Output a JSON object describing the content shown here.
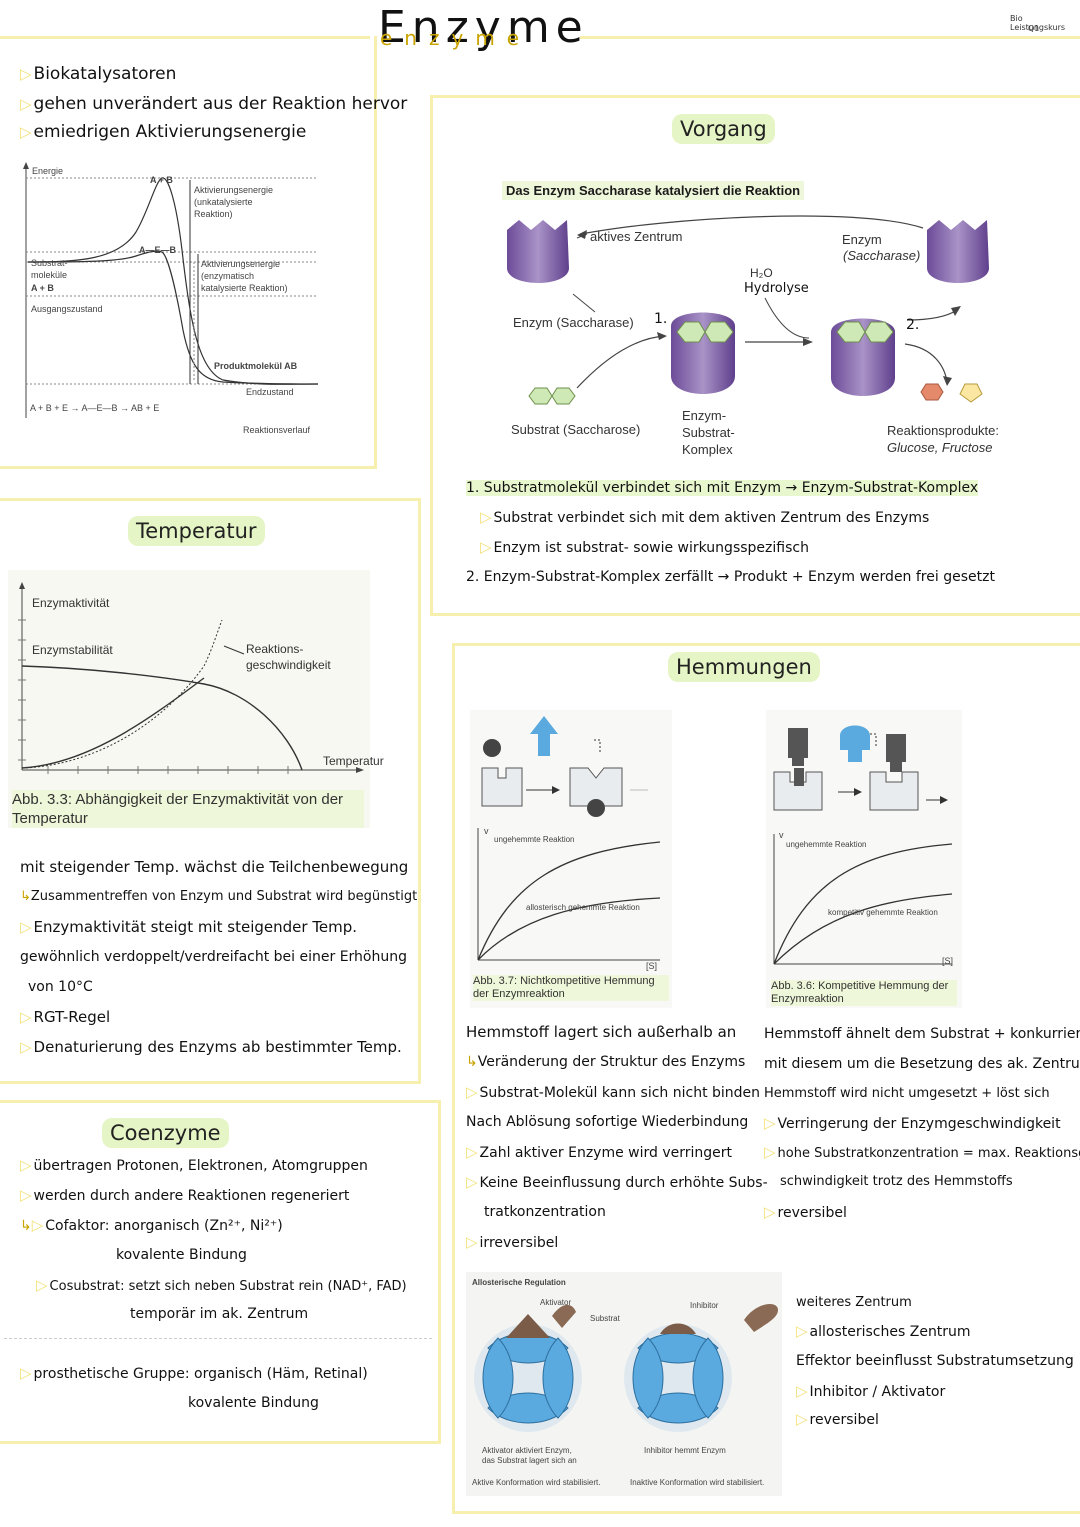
{
  "header": {
    "title": "Enzyme",
    "subtitle_letters": "enzyme",
    "corner_note_1": "Bio Leistungskurs",
    "corner_note_2": "Q1"
  },
  "intro": {
    "items": [
      "Biokatalysatoren",
      "gehen unverändert aus der Reaktion hervor",
      "emiedrigen Aktivierungsenergie"
    ]
  },
  "energy_chart": {
    "ylabel": "Energie",
    "xlabel": "Reaktionsverlauf",
    "peak_uncat": "A + B",
    "peak_cat": "A—E—B",
    "activation_uncat": "Aktivierungsenergie (unkatalysierte Reaktion)",
    "activation_cat": "Aktivierungsenergie (enzymatisch katalysierte Reaktion)",
    "substrate_label": "Substrat-moleküle",
    "substrate_ab": "A + B",
    "start_label": "Ausgangszustand",
    "product_label": "Produktmolekül AB",
    "end_label": "Endzustand",
    "equation": "A + B + E → A—E—B → AB + E"
  },
  "vorgang": {
    "title": "Vorgang",
    "caption": "Das Enzym Saccharase katalysiert die Reaktion",
    "active_center": "aktives Zentrum",
    "enzyme_right": "Enzym",
    "enzyme_right_name": "(Saccharase)",
    "enzyme_left": "Enzym (Saccharase)",
    "water": "H₂O",
    "hydrolysis": "Hydrolyse",
    "step1": "1.",
    "step2": "2.",
    "substrate": "Substrat (Saccharose)",
    "complex_1": "Enzym-",
    "complex_2": "Substrat-",
    "complex_3": "Komplex",
    "products_1": "Reaktionsprodukte:",
    "products_2": "Glucose, Fructose",
    "notes": [
      "1. Substratmolekül verbindet sich mit Enzym → Enzym-Substrat-Komplex",
      "Substrat verbindet sich mit dem aktiven Zentrum des Enzyms",
      "Enzym ist substrat- sowie wirkungsspezifisch",
      "2. Enzym-Substrat-Komplex zerfällt → Produkt + Enzym werden frei gesetzt"
    ]
  },
  "temperatur": {
    "title": "Temperatur",
    "y1": "Enzymaktivität",
    "y2": "Enzymstabilität",
    "curve_label": "Reaktions-geschwindigkeit",
    "xlabel": "Temperatur",
    "caption": "Abb. 3.3: Abhängigkeit der Enzymaktivität von der Temperatur",
    "notes": [
      "mit steigender Temp. wächst die Teilchenbewegung",
      "Zusammentreffen von Enzym und Substrat wird begünstigt",
      "Enzymaktivität steigt mit steigender Temp.",
      "gewöhnlich verdoppelt/verdreifacht bei einer Erhöhung",
      "von 10°C",
      "RGT-Regel",
      "Denaturierung des Enzyms ab bestimmter Temp."
    ]
  },
  "hemmungen": {
    "title": "Hemmungen",
    "left": {
      "curve1": "ungehemmte Reaktion",
      "curve2": "allosterisch gehemmte Reaktion",
      "axis_v": "v",
      "axis_s": "[S]",
      "caption": "Abb. 3.7: Nichtkompetitive Hemmung der Enzymreaktion",
      "notes": [
        "Hemmstoff lagert sich außerhalb an",
        "Veränderung der Struktur des Enzyms",
        "Substrat-Molekül kann sich nicht binden",
        "Nach Ablösung sofortige Wiederbindung",
        "Zahl aktiver Enzyme wird verringert",
        "Keine Beeinflussung durch erhöhte Subs-",
        "tratkonzentration",
        "irreversibel"
      ]
    },
    "right": {
      "curve1": "ungehemmte Reaktion",
      "curve2": "kompetitiv gehemmte Reaktion",
      "axis_v": "v",
      "axis_s": "[S]",
      "caption": "Abb. 3.6: Kompetitive Hemmung der Enzymreaktion",
      "notes": [
        "Hemmstoff ähnelt dem Substrat + konkurriert",
        "mit diesem um die Besetzung des ak. Zentrums",
        "Hemmstoff wird nicht umgesetzt + löst sich",
        "Verringerung der Enzymgeschwindigkeit",
        "hohe Substratkonzentration = max. Reaktionsge-",
        "schwindigkeit trotz des Hemmstoffs",
        "reversibel"
      ]
    },
    "allosteric": {
      "title": "Allosterische Regulation",
      "activator": "Aktivator",
      "substrate": "Substrat",
      "inhibitor": "Inhibitor",
      "cap1a": "Aktivator aktiviert Enzym,",
      "cap1b": "das Substrat lagert sich an",
      "cap2": "Inhibitor hemmt Enzym",
      "foot1": "Aktive Konformation wird stabilisiert.",
      "foot2": "Inaktive Konformation wird stabilisiert.",
      "notes": [
        "weiteres Zentrum",
        "allosterisches Zentrum",
        "Effektor beeinflusst Substratumsetzung",
        "Inhibitor / Aktivator",
        "reversibel"
      ]
    }
  },
  "coenzyme": {
    "title": "Coenzyme",
    "notes": [
      "übertragen Protonen, Elektronen, Atomgruppen",
      "werden durch andere Reaktionen regeneriert",
      "Cofaktor: anorganisch (Zn²⁺, Ni²⁺)",
      "kovalente Bindung",
      "Cosubstrat: setzt sich neben Substrat rein (NAD⁺, FAD)",
      "temporär im ak. Zentrum",
      "prosthetische Gruppe: organisch (Häm, Retinal)",
      "kovalente Bindung"
    ]
  },
  "colors": {
    "frame": "#f6efad",
    "highlight": "#e6f5c5",
    "triangle": "#f2e27a",
    "enzyme_purple": "#7a5aa6",
    "substrate_green": "#cfe9b6",
    "inhibitor_blue": "#5aa9df",
    "glucose": "#e48a6a",
    "fructose": "#f5d56b"
  }
}
